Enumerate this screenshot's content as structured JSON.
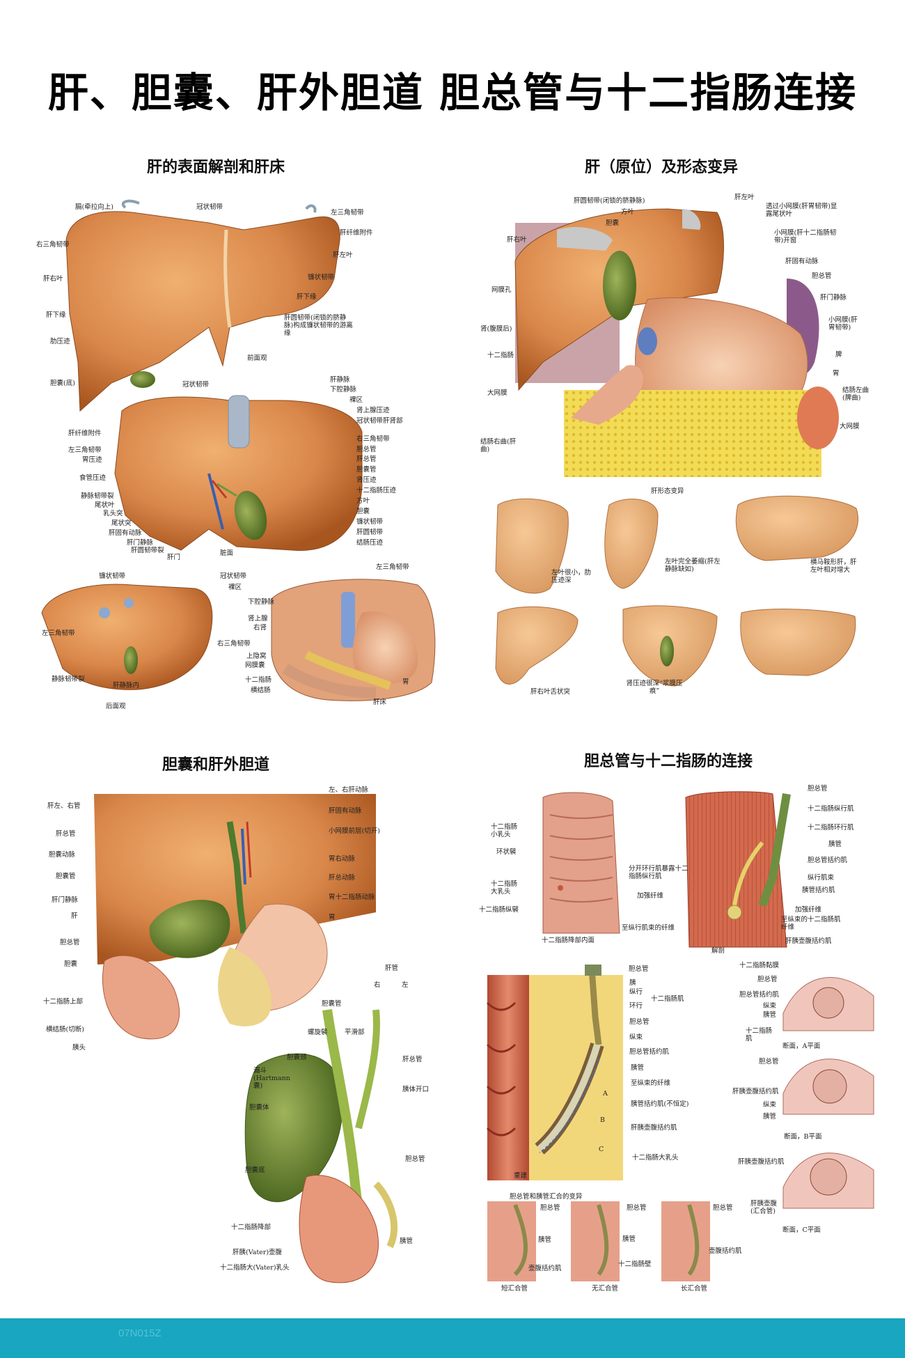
{
  "title": "肝、胆囊、肝外胆道  胆总管与十二指肠连接",
  "footer_code": "07N015Z",
  "sections": {
    "q1": {
      "title": "肝的表面解剖和肝床",
      "captions": {
        "anterior": "前面观",
        "inferior": "脏面",
        "posterior": "后面观",
        "bed": "肝床"
      },
      "anterior_labels_left": [
        "膈(牵拉向上)",
        "右三角韧带",
        "肝右叶",
        "肝下缘",
        "肋压迹",
        "胆囊(底)"
      ],
      "anterior_labels_right": [
        "冠状韧带",
        "左三角韧带",
        "肝纤维附件",
        "肝左叶",
        "镰状韧带",
        "肝下缘",
        "肝圆韧带(闭锁的脐静脉)构成镰状韧带的游离缘"
      ],
      "inferior_labels_left": [
        "冠状韧带",
        "肝纤维附件",
        "左三角韧带",
        "胃压迹",
        "食管压迹",
        "静脉韧带裂",
        "尾状叶",
        "乳头突",
        "尾状突",
        "肝固有动脉",
        "肝门静脉",
        "肝圆韧带裂",
        "肝门"
      ],
      "inferior_labels_right": [
        "肝静脉",
        "下腔静脉",
        "裸区",
        "肾上腺压迹",
        "冠状韧带肝肾部",
        "右三角韧带",
        "胆总管",
        "肝总管",
        "胆囊管",
        "肾压迹",
        "十二指肠压迹",
        "方叶",
        "胆囊",
        "镰状韧带",
        "肝圆韧带",
        "结肠压迹"
      ],
      "posterior_labels": [
        "镰状韧带",
        "左三角韧带",
        "静脉韧带裂",
        "肝静脉内",
        "右三角韧带"
      ],
      "bed_labels": [
        "冠状韧带",
        "左三角韧带",
        "裸区",
        "下腔静脉",
        "肾上腺",
        "右肾",
        "上隐窝",
        "网膜囊",
        "十二指肠",
        "横结肠",
        "胃"
      ]
    },
    "q2": {
      "title": "肝（原位）及形态变异",
      "top_labels_left": [
        "肝圆韧带(闭锁的脐静脉)",
        "方叶",
        "胆囊",
        "肝右叶",
        "网膜孔",
        "肾(腹膜后)",
        "十二指肠",
        "大网膜",
        "结肠右曲(肝曲)"
      ],
      "top_labels_right": [
        "肝左叶",
        "透过小网膜(肝胃韧带)显露尾状叶",
        "小网膜(肝十二指肠韧带)开窗",
        "肝固有动脉",
        "胆总管",
        "肝门静脉",
        "小网膜(肝胃韧带)",
        "脾",
        "胃",
        "结肠左曲(脾曲)",
        "大网膜"
      ],
      "variants_caption": "肝形态变异",
      "variant_labels": [
        "左叶很小，肋压迹深",
        "左叶完全萎缩(肝左静脉缺如)",
        "横马鞍形肝，肝左叶相对增大",
        "肝右叶舌状突",
        "肾压迹很深“浆膜压痕”",
        ""
      ]
    },
    "q3": {
      "title": "胆囊和肝外胆道",
      "labels_left": [
        "肝左、右管",
        "肝总管",
        "胆囊动脉",
        "胆囊管",
        "肝门静脉",
        "肝",
        "胆总管",
        "胆囊",
        "十二指肠上部",
        "横结肠(切断)",
        "胰头"
      ],
      "labels_right": [
        "左、右肝动脉",
        "肝固有动脉",
        "小网膜前层(切开)",
        "胃右动脉",
        "肝总动脉",
        "胃十二指肠动脉",
        "胃"
      ],
      "detail_labels": [
        "胆囊管",
        "肝管",
        "右",
        "左",
        "螺旋襞",
        "平滑部",
        "胆囊颈",
        "漏斗(Hartmann囊)",
        "肝总管",
        "胆囊体",
        "胰体开口",
        "胆囊底",
        "胆总管",
        "十二指肠降部",
        "胰管",
        "肝胰(Vater)壶腹",
        "十二指肠大(Vater)乳头"
      ]
    },
    "q4": {
      "title": "胆总管与十二指肠的连接",
      "top_left_labels": [
        "十二指肠小乳头",
        "环状襞",
        "十二指肠大乳头",
        "十二指肠纵襞"
      ],
      "top_left_caption": "十二指肠降部内面",
      "top_right_labels_left": [
        "分开环行肌暴露十二指肠纵行肌",
        "加强纤维",
        "至纵行肌束的纤维"
      ],
      "top_right_labels_right": [
        "胆总管",
        "十二指肠纵行肌",
        "十二指肠环行肌",
        "胰管",
        "胆总管括约肌",
        "纵行肌束",
        "胰管括约肌",
        "加强纤维",
        "至纵束的十二指肠肌纤维",
        "肝胰壶腹括约肌"
      ],
      "top_right_caption": "解剖",
      "recon_labels": [
        "胆总管",
        "胰",
        "纵行",
        "环行",
        "十二指肠肌",
        "胆总管",
        "纵束",
        "胆总管括约肌",
        "胰管",
        "至纵束的纤维",
        "胰管括约肌(不恒定)",
        "肝胰壶腹括约肌",
        "十二指肠大乳头"
      ],
      "recon_caption": "重建",
      "section_labels": [
        "十二指肠黏膜",
        "胆总管",
        "胆总管括约肌",
        "纵束",
        "胰管",
        "十二指肠肌",
        "断面，A平面",
        "胆总管",
        "肝胰壶腹括约肌",
        "纵束",
        "胰管",
        "断面，B平面",
        "肝胰壶腹括约肌",
        "肝胰壶腹(汇合管)",
        "断面，C平面"
      ],
      "ABC": [
        "A",
        "B",
        "C"
      ],
      "variants_caption": "胆总管和胰管汇合的变异",
      "variant_labels": [
        "胆总管",
        "胰管",
        "壶腹括约肌",
        "短汇合管",
        "胆总管",
        "胰管",
        "十二指肠壁",
        "无汇合管",
        "胆总管",
        "壶腹括约肌",
        "长汇合管"
      ]
    }
  },
  "colors": {
    "liver": "#d9874a",
    "liver_dark": "#b8652c",
    "gallbladder": "#6f8a3a",
    "fat": "#e8d44a",
    "stomach": "#eeb690",
    "spleen": "#8c5a8a",
    "bar": "#19a6c0"
  }
}
